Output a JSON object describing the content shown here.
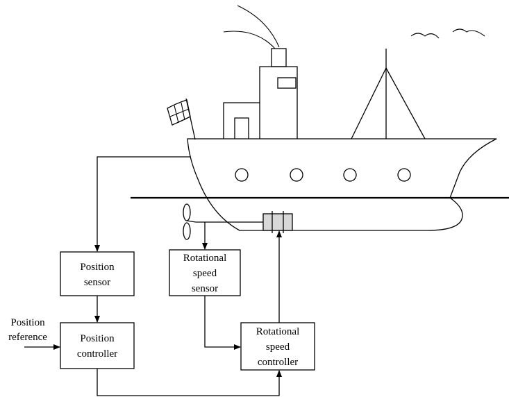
{
  "blocks": {
    "position_sensor": {
      "line1": "Position",
      "line2": "sensor"
    },
    "position_controller": {
      "line1": "Position",
      "line2": "controller"
    },
    "rotational_speed_sensor": {
      "line1": "Rotational",
      "line2": "speed",
      "line3": "sensor"
    },
    "rotational_speed_controller": {
      "line1": "Rotational",
      "line2": "speed",
      "line3": "controller"
    }
  },
  "inputs": {
    "position_reference": {
      "line1": "Position",
      "line2": "reference"
    }
  },
  "colors": {
    "stroke": "#000000",
    "background": "#ffffff",
    "thruster_fill": "#d8d8d8"
  }
}
